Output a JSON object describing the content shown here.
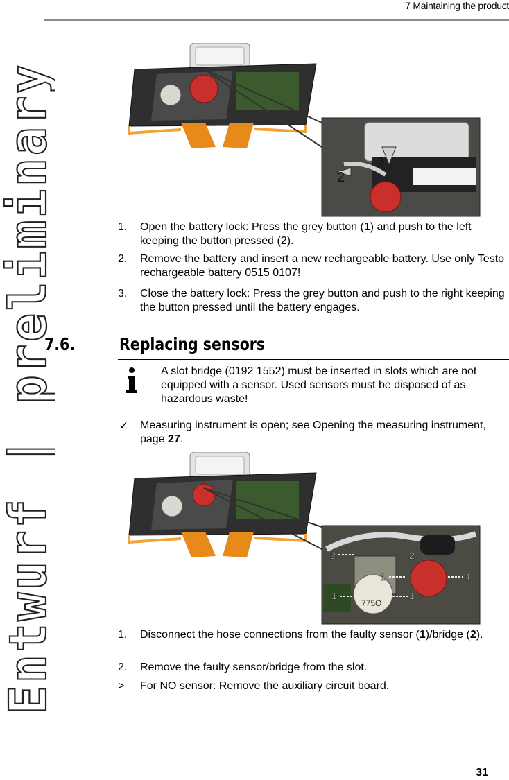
{
  "header": {
    "chapter": "7 Maintaining the product"
  },
  "watermark": {
    "text": "Entwurf | preliminary"
  },
  "battery_steps": [
    {
      "num": "1.",
      "text": "Open the battery lock: Press the grey button (1) and push to the left keeping the button pressed (2)."
    },
    {
      "num": "2.",
      "text": "Remove the battery and insert a new rechargeable battery. Use only Testo rechargeable battery 0515 0107!"
    },
    {
      "num": "3.",
      "text": "Close the battery lock: Press the grey button and push to the right keeping the button pressed until the battery engages."
    }
  ],
  "section": {
    "number": "7.6.",
    "title": "Replacing sensors"
  },
  "note": {
    "icon": "info-icon",
    "text": "A slot bridge (0192 1552) must be inserted in slots which are not equipped with a sensor. Used sensors must be disposed of as hazardous waste!"
  },
  "precondition": {
    "icon": "checkmark-icon",
    "mark": "✓",
    "text_before": "Measuring instrument is open; see Opening the measuring instrument, page ",
    "page_ref": "27",
    "text_after": "."
  },
  "figure1": {
    "callouts": [
      "1",
      "2"
    ]
  },
  "figure2": {
    "callouts": [
      "2",
      "2",
      "1",
      "1",
      "1",
      "1"
    ],
    "sensor_label": "775O"
  },
  "sensor_steps": [
    {
      "num": "1.",
      "parts": [
        "Disconnect the hose connections from the faulty sensor (",
        "1",
        ")/bridge (",
        "2",
        ")."
      ]
    },
    {
      "num": "2.",
      "text": "Remove the faulty sensor/bridge from the slot."
    },
    {
      "num": ">",
      "text": "For NO sensor: Remove the auxiliary circuit board."
    }
  ],
  "footer": {
    "page_number": "31"
  }
}
